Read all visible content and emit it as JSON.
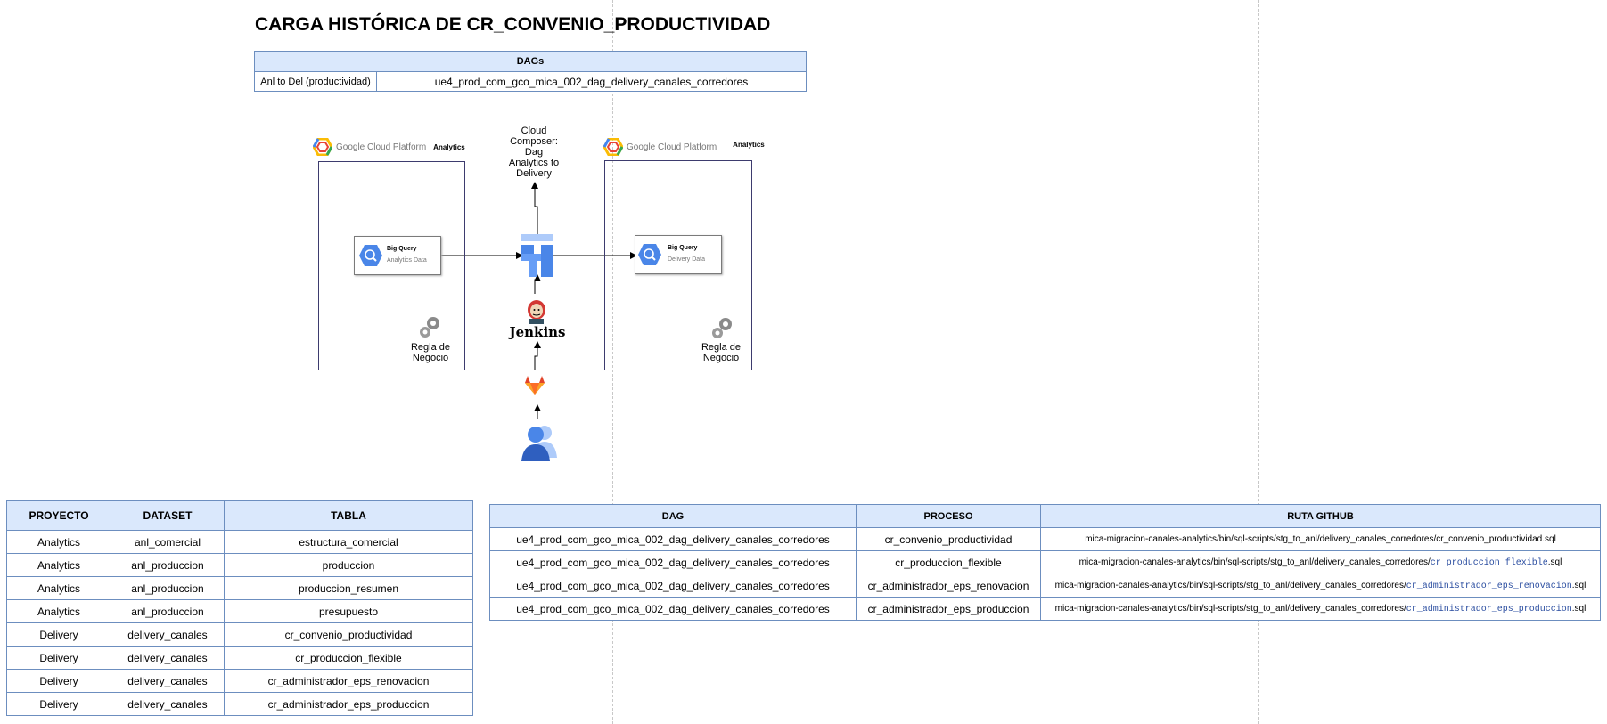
{
  "title": "CARGA HISTÓRICA DE CR_CONVENIO_PRODUCTIVIDAD",
  "dags_table": {
    "header": "DAGs",
    "row_label": "Anl to Del (productividad)",
    "row_value": "ue4_prod_com_gco_mica_002_dag_delivery_canales_corredores"
  },
  "diagram": {
    "gcp_logo_text": "Google Cloud Platform",
    "left_scope": "Analytics",
    "right_scope": "Analytics",
    "left_bq_name": "Big Query",
    "left_bq_sub": "Analytics Data",
    "right_bq_name": "Big Query",
    "right_bq_sub": "Delivery Data",
    "composer_label": [
      "Cloud",
      "Composer:",
      "Dag",
      "Analytics to",
      "Delivery"
    ],
    "jenkins_label": "Jenkins",
    "regla_label": [
      "Regla de",
      "Negocio"
    ],
    "colors": {
      "box_border": "#3d3b6e",
      "table_border": "#6c8ebf",
      "header_fill": "#dae8fc",
      "composer_blue": "#4a86e8",
      "gitlab_orange": "#e24329"
    },
    "icons": [
      "google-cloud-logo",
      "bigquery-icon",
      "cloud-composer-icon",
      "jenkins-icon",
      "gitlab-icon",
      "users-icon",
      "gears-icon"
    ]
  },
  "left_table": {
    "headers": [
      "PROYECTO",
      "DATASET",
      "TABLA"
    ],
    "rows": [
      [
        "Analytics",
        "anl_comercial",
        "estructura_comercial"
      ],
      [
        "Analytics",
        "anl_produccion",
        "produccion"
      ],
      [
        "Analytics",
        "anl_produccion",
        "produccion_resumen"
      ],
      [
        "Analytics",
        "anl_produccion",
        "presupuesto"
      ],
      [
        "Delivery",
        "delivery_canales",
        "cr_convenio_productividad"
      ],
      [
        "Delivery",
        "delivery_canales",
        "cr_produccion_flexible"
      ],
      [
        "Delivery",
        "delivery_canales",
        "cr_administrador_eps_renovacion"
      ],
      [
        "Delivery",
        "delivery_canales",
        "cr_administrador_eps_produccion"
      ]
    ]
  },
  "right_table": {
    "headers": [
      "DAG",
      "PROCESO",
      "RUTA GITHUB"
    ],
    "rows": [
      {
        "dag": "ue4_prod_com_gco_mica_002_dag_delivery_canales_corredores",
        "proceso": "cr_convenio_productividad",
        "ruta_prefix": "mica-migracion-canales-analytics/bin/sql-scripts/stg_to_anl/delivery_canales_corredores/cr_convenio_productividad.sql",
        "ruta_mono": "",
        "ruta_suffix": ""
      },
      {
        "dag": "ue4_prod_com_gco_mica_002_dag_delivery_canales_corredores",
        "proceso": "cr_produccion_flexible",
        "ruta_prefix": "mica-migracion-canales-analytics/bin/sql-scripts/stg_to_anl/delivery_canales_corredores/",
        "ruta_mono": "cr_produccion_flexible",
        "ruta_suffix": ".sql"
      },
      {
        "dag": "ue4_prod_com_gco_mica_002_dag_delivery_canales_corredores",
        "proceso": "cr_administrador_eps_renovacion",
        "ruta_prefix": "mica-migracion-canales-analytics/bin/sql-scripts/stg_to_anl/delivery_canales_corredores/",
        "ruta_mono": "cr_administrador_eps_renovacion",
        "ruta_suffix": ".sql"
      },
      {
        "dag": "ue4_prod_com_gco_mica_002_dag_delivery_canales_corredores",
        "proceso": "cr_administrador_eps_produccion",
        "ruta_prefix": "mica-migracion-canales-analytics/bin/sql-scripts/stg_to_anl/delivery_canales_corredores/",
        "ruta_mono": "cr_administrador_eps_produccion",
        "ruta_suffix": ".sql"
      }
    ]
  }
}
